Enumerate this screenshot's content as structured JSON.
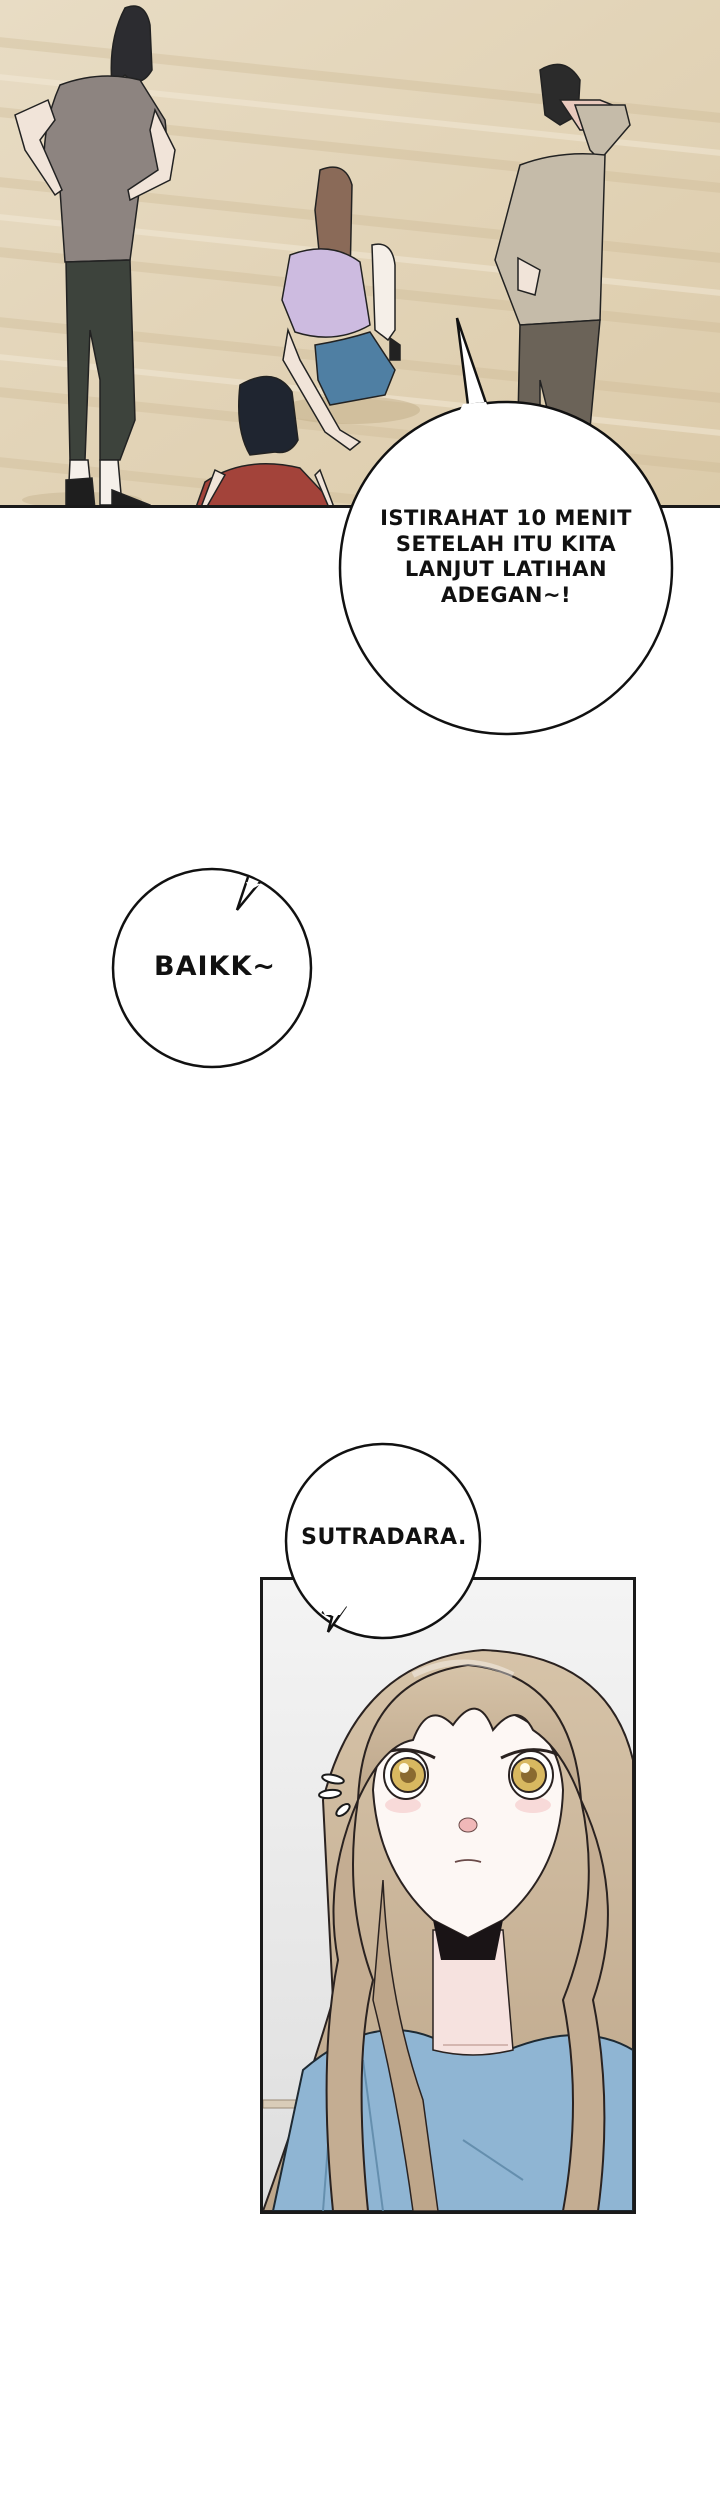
{
  "page": {
    "type": "webtoon-strip",
    "background_color": "#ffffff"
  },
  "panels": [
    {
      "id": "rehearsal-floor",
      "description": "Overhead view of four people on a light wooden floor during rehearsal break",
      "floor_color": "#e3d4b8",
      "characters": [
        {
          "name": "tall-man-grey-shirt",
          "shirt_color": "#8d8480",
          "pants_color": "#3d433c"
        },
        {
          "name": "seated-woman-lilac-top",
          "top_color": "#cdbbe0",
          "shorts_color": "#4f7fa3"
        },
        {
          "name": "man-red-shirt",
          "shirt_color": "#a3433a"
        },
        {
          "name": "man-beige-sweater",
          "shirt_color": "#c5bba9",
          "pants_color": "#6b6358"
        }
      ]
    },
    {
      "id": "girl-closeup",
      "description": "Close-up of a girl with long light-brown hair and yellow eyes, startled",
      "background_color": "#e9e9e9",
      "hair_color": "#c9b49a",
      "eye_color": "#d8b860",
      "shirt_color": "#8fb5d3",
      "effect": "sweat-marks"
    }
  ],
  "bubbles": [
    {
      "id": "istirahat",
      "lines": [
        "ISTIRAHAT 10 MENIT",
        "SETELAH ITU KITA",
        "LANJUT LATIHAN",
        "ADEGAN~!"
      ]
    },
    {
      "id": "baikk",
      "lines": [
        "BAIKK~"
      ]
    },
    {
      "id": "sutradara",
      "lines": [
        "SUTRADARA."
      ]
    }
  ]
}
